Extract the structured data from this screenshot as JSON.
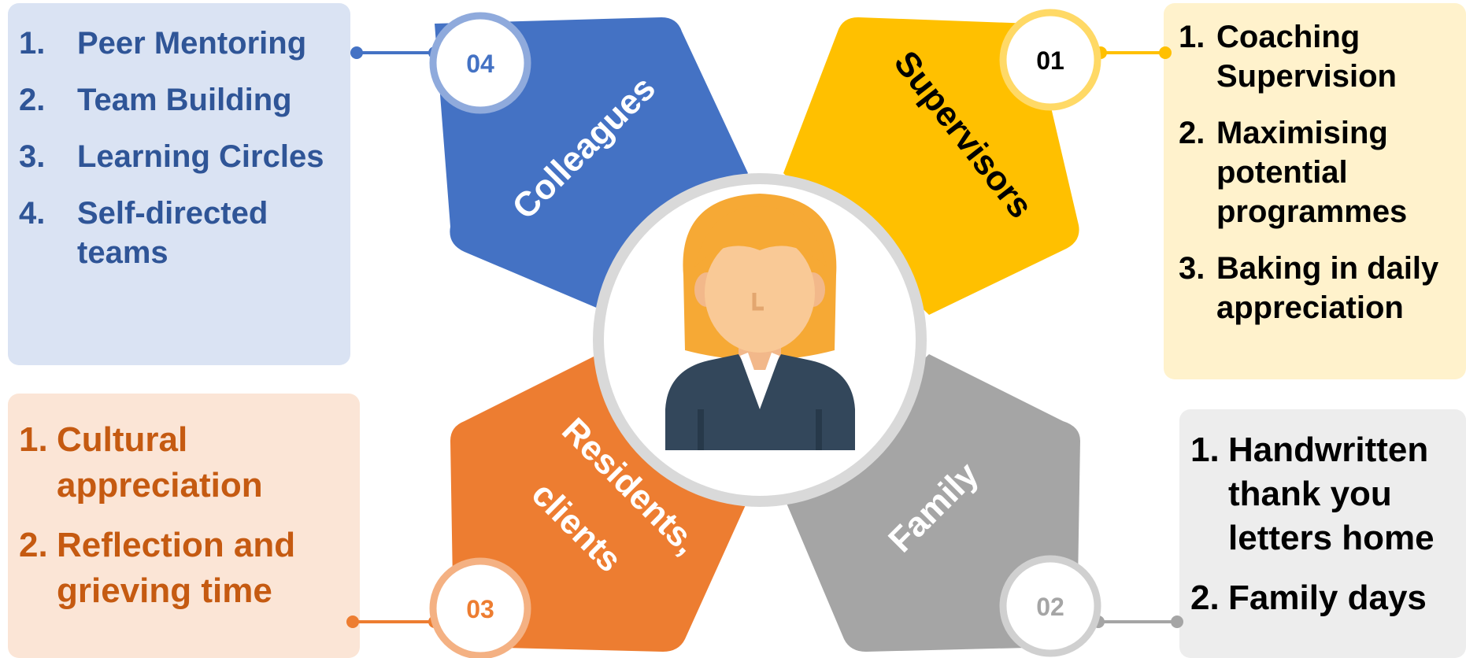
{
  "colleagues": {
    "badge": "04",
    "label": "Colleagues",
    "color": "#4472C4",
    "box_color": "#DAE3F3",
    "text_color": "#2F5597",
    "items": [
      {
        "n": "1.",
        "t": "Peer Mentoring"
      },
      {
        "n": "2.",
        "t": "Team Building"
      },
      {
        "n": "3.",
        "t": "Learning Circles"
      },
      {
        "n": "4.",
        "t": "Self-directed teams"
      }
    ]
  },
  "supervisors": {
    "badge": "01",
    "label": "Supervisors",
    "color": "#FFC000",
    "box_color": "#FFF2CC",
    "text_color": "#000000",
    "items": [
      {
        "n": "1.",
        "t": "Coaching Supervision"
      },
      {
        "n": "2.",
        "t": "Maximising potential programmes"
      },
      {
        "n": "3.",
        "t": "Baking in daily appreciation"
      }
    ]
  },
  "residents": {
    "badge": "03",
    "label_line1": "Residents,",
    "label_line2": "clients",
    "color": "#ED7D31",
    "box_color": "#FBE5D6",
    "text_color": "#C55A11",
    "items": [
      {
        "n": "1.",
        "t": "Cultural appreciation"
      },
      {
        "n": "2.",
        "t": "Reflection and grieving time"
      }
    ]
  },
  "family": {
    "badge": "02",
    "label": "Family",
    "color": "#A5A5A5",
    "box_color": "#EDEDED",
    "text_color": "#000000",
    "items": [
      {
        "n": "1.",
        "t": "Handwritten thank you letters home"
      },
      {
        "n": "2.",
        "t": "Family days"
      }
    ]
  },
  "center_icon": "person-avatar-icon"
}
